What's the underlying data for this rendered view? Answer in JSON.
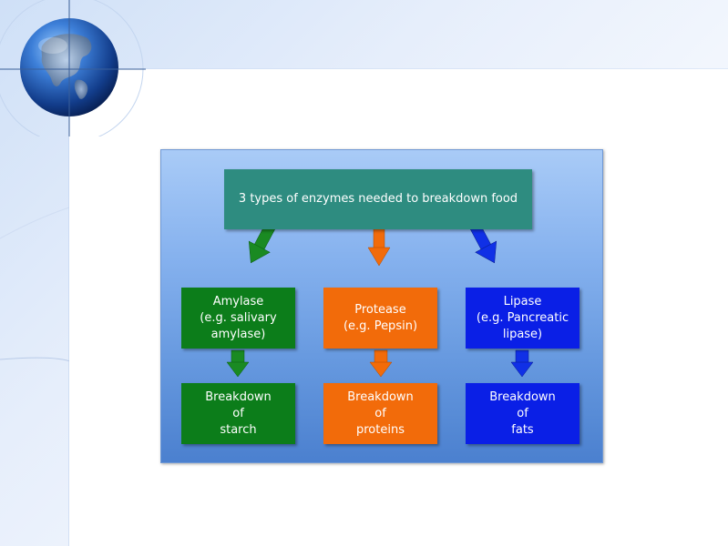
{
  "diagram": {
    "title": "3 types of enzymes needed to breakdown food",
    "enzymes": [
      {
        "name_text": "Amylase\n(e.g. salivary\namylase)",
        "result_text": "Breakdown\nof\nstarch"
      },
      {
        "name_text": "Protease\n(e.g. Pepsin)",
        "result_text": "Breakdown\nof\nproteins"
      },
      {
        "name_text": "Lipase\n(e.g. Pancreatic\nlipase)",
        "result_text": "Breakdown\nof\nfats"
      }
    ]
  },
  "colors": {
    "title_box": "#2e8c80",
    "amylase": "#0c7d1a",
    "protease": "#f26b0a",
    "lipase": "#0a1fe6"
  },
  "decoration": {
    "globe_icon": "globe-icon"
  }
}
